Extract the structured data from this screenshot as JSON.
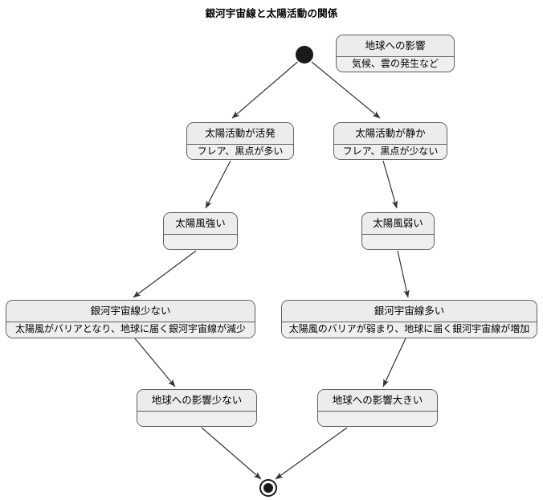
{
  "diagram": {
    "title": "銀河宇宙線と太陽活動の関係",
    "type": "activity-flowchart",
    "colors": {
      "node_fill": "#ececec",
      "node_body_fill": "#efefef",
      "node_border": "#5f5f5f",
      "edge": "#333333",
      "terminal": "#1a1a1a",
      "background": "#ffffff"
    },
    "start_node": {
      "name": "start",
      "shape": "filled-circle"
    },
    "end_node": {
      "name": "end",
      "shape": "double-circle"
    },
    "nodes": [
      {
        "id": "earth-impact-legend",
        "title": "地球への影響",
        "body": "気候、雲の発生など"
      },
      {
        "id": "solar-active",
        "title": "太陽活動が活発",
        "body": "フレア、黒点が多い"
      },
      {
        "id": "solar-quiet",
        "title": "太陽活動が静か",
        "body": "フレア、黒点が少ない"
      },
      {
        "id": "solar-wind-strong",
        "title": "太陽風強い",
        "body": ""
      },
      {
        "id": "solar-wind-weak",
        "title": "太陽風弱い",
        "body": ""
      },
      {
        "id": "cosmic-ray-low",
        "title": "銀河宇宙線少ない",
        "body": "太陽風がバリアとなり、地球に届く銀河宇宙線が減少"
      },
      {
        "id": "cosmic-ray-high",
        "title": "銀河宇宙線多い",
        "body": "太陽風のバリアが弱まり、地球に届く銀河宇宙線が増加"
      },
      {
        "id": "earth-impact-low",
        "title": "地球への影響少ない",
        "body": ""
      },
      {
        "id": "earth-impact-high",
        "title": "地球への影響大きい",
        "body": ""
      }
    ],
    "edges": [
      {
        "from": "start",
        "to": "solar-active"
      },
      {
        "from": "start",
        "to": "solar-quiet"
      },
      {
        "from": "solar-active",
        "to": "solar-wind-strong"
      },
      {
        "from": "solar-quiet",
        "to": "solar-wind-weak"
      },
      {
        "from": "solar-wind-strong",
        "to": "cosmic-ray-low"
      },
      {
        "from": "solar-wind-weak",
        "to": "cosmic-ray-high"
      },
      {
        "from": "cosmic-ray-low",
        "to": "earth-impact-low"
      },
      {
        "from": "cosmic-ray-high",
        "to": "earth-impact-high"
      },
      {
        "from": "earth-impact-low",
        "to": "end"
      },
      {
        "from": "earth-impact-high",
        "to": "end"
      }
    ]
  }
}
